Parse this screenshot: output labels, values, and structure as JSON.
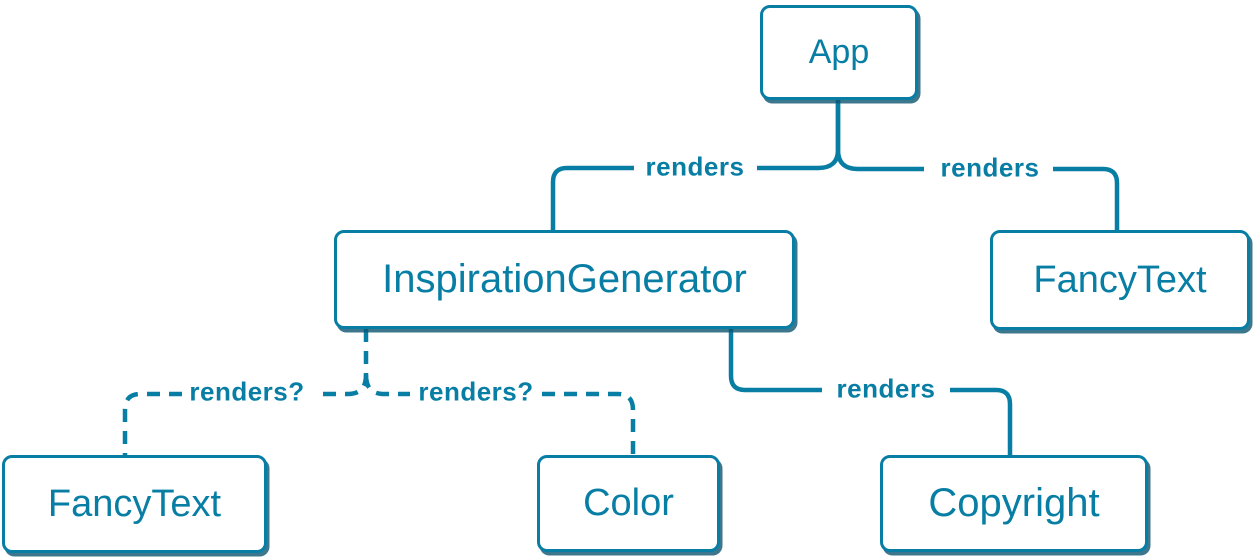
{
  "diagram": {
    "type": "tree",
    "accent_color": "#087ea4",
    "node_fill": "#ffffff",
    "node_shadow": "#0c5570",
    "background": "#ffffff",
    "nodes": [
      {
        "id": "app",
        "label": "App"
      },
      {
        "id": "inspiration-generator",
        "label": "InspirationGenerator"
      },
      {
        "id": "fancy-text-top",
        "label": "FancyText"
      },
      {
        "id": "fancy-text-bottom",
        "label": "FancyText"
      },
      {
        "id": "color",
        "label": "Color"
      },
      {
        "id": "copyright",
        "label": "Copyright"
      }
    ],
    "edges": [
      {
        "from": "App",
        "to": "InspirationGenerator",
        "label": "renders",
        "style": "solid"
      },
      {
        "from": "App",
        "to": "FancyText (top)",
        "label": "renders",
        "style": "solid"
      },
      {
        "from": "InspirationGenerator",
        "to": "FancyText (bottom)",
        "label": "renders?",
        "style": "dashed"
      },
      {
        "from": "InspirationGenerator",
        "to": "Color",
        "label": "renders?",
        "style": "dashed"
      },
      {
        "from": "InspirationGenerator",
        "to": "Copyright",
        "label": "renders",
        "style": "solid"
      }
    ]
  }
}
